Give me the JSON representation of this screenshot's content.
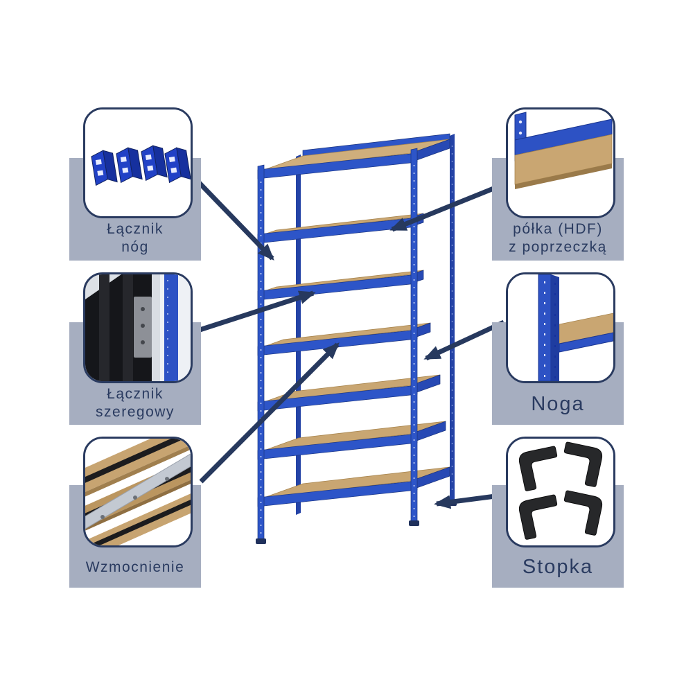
{
  "colors": {
    "accent_navy": "#2A3B60",
    "label_background": "#A6AEC0",
    "rack_blue": "#2D55C8",
    "shelf_board_tan": "#C9A672",
    "page_background": "#FFFFFF"
  },
  "callouts": {
    "left": [
      {
        "label": "Łącznik\nnóg",
        "icon": "leg-connector-brackets-image"
      },
      {
        "label": "Łącznik\nszeregowy",
        "icon": "row-connector-image"
      },
      {
        "label": "Wzmocnienie",
        "icon": "shelf-reinforcement-image"
      }
    ],
    "right": [
      {
        "label": "półka (HDF)\nz poprzeczką",
        "icon": "hdf-shelf-with-crossbar-image"
      },
      {
        "label": "Noga",
        "icon": "leg-upright-image"
      },
      {
        "label": "Stopka",
        "icon": "foot-cap-image"
      }
    ]
  },
  "illustration": {
    "name": "7-shelf-storage-rack",
    "shelf_count": 7
  }
}
